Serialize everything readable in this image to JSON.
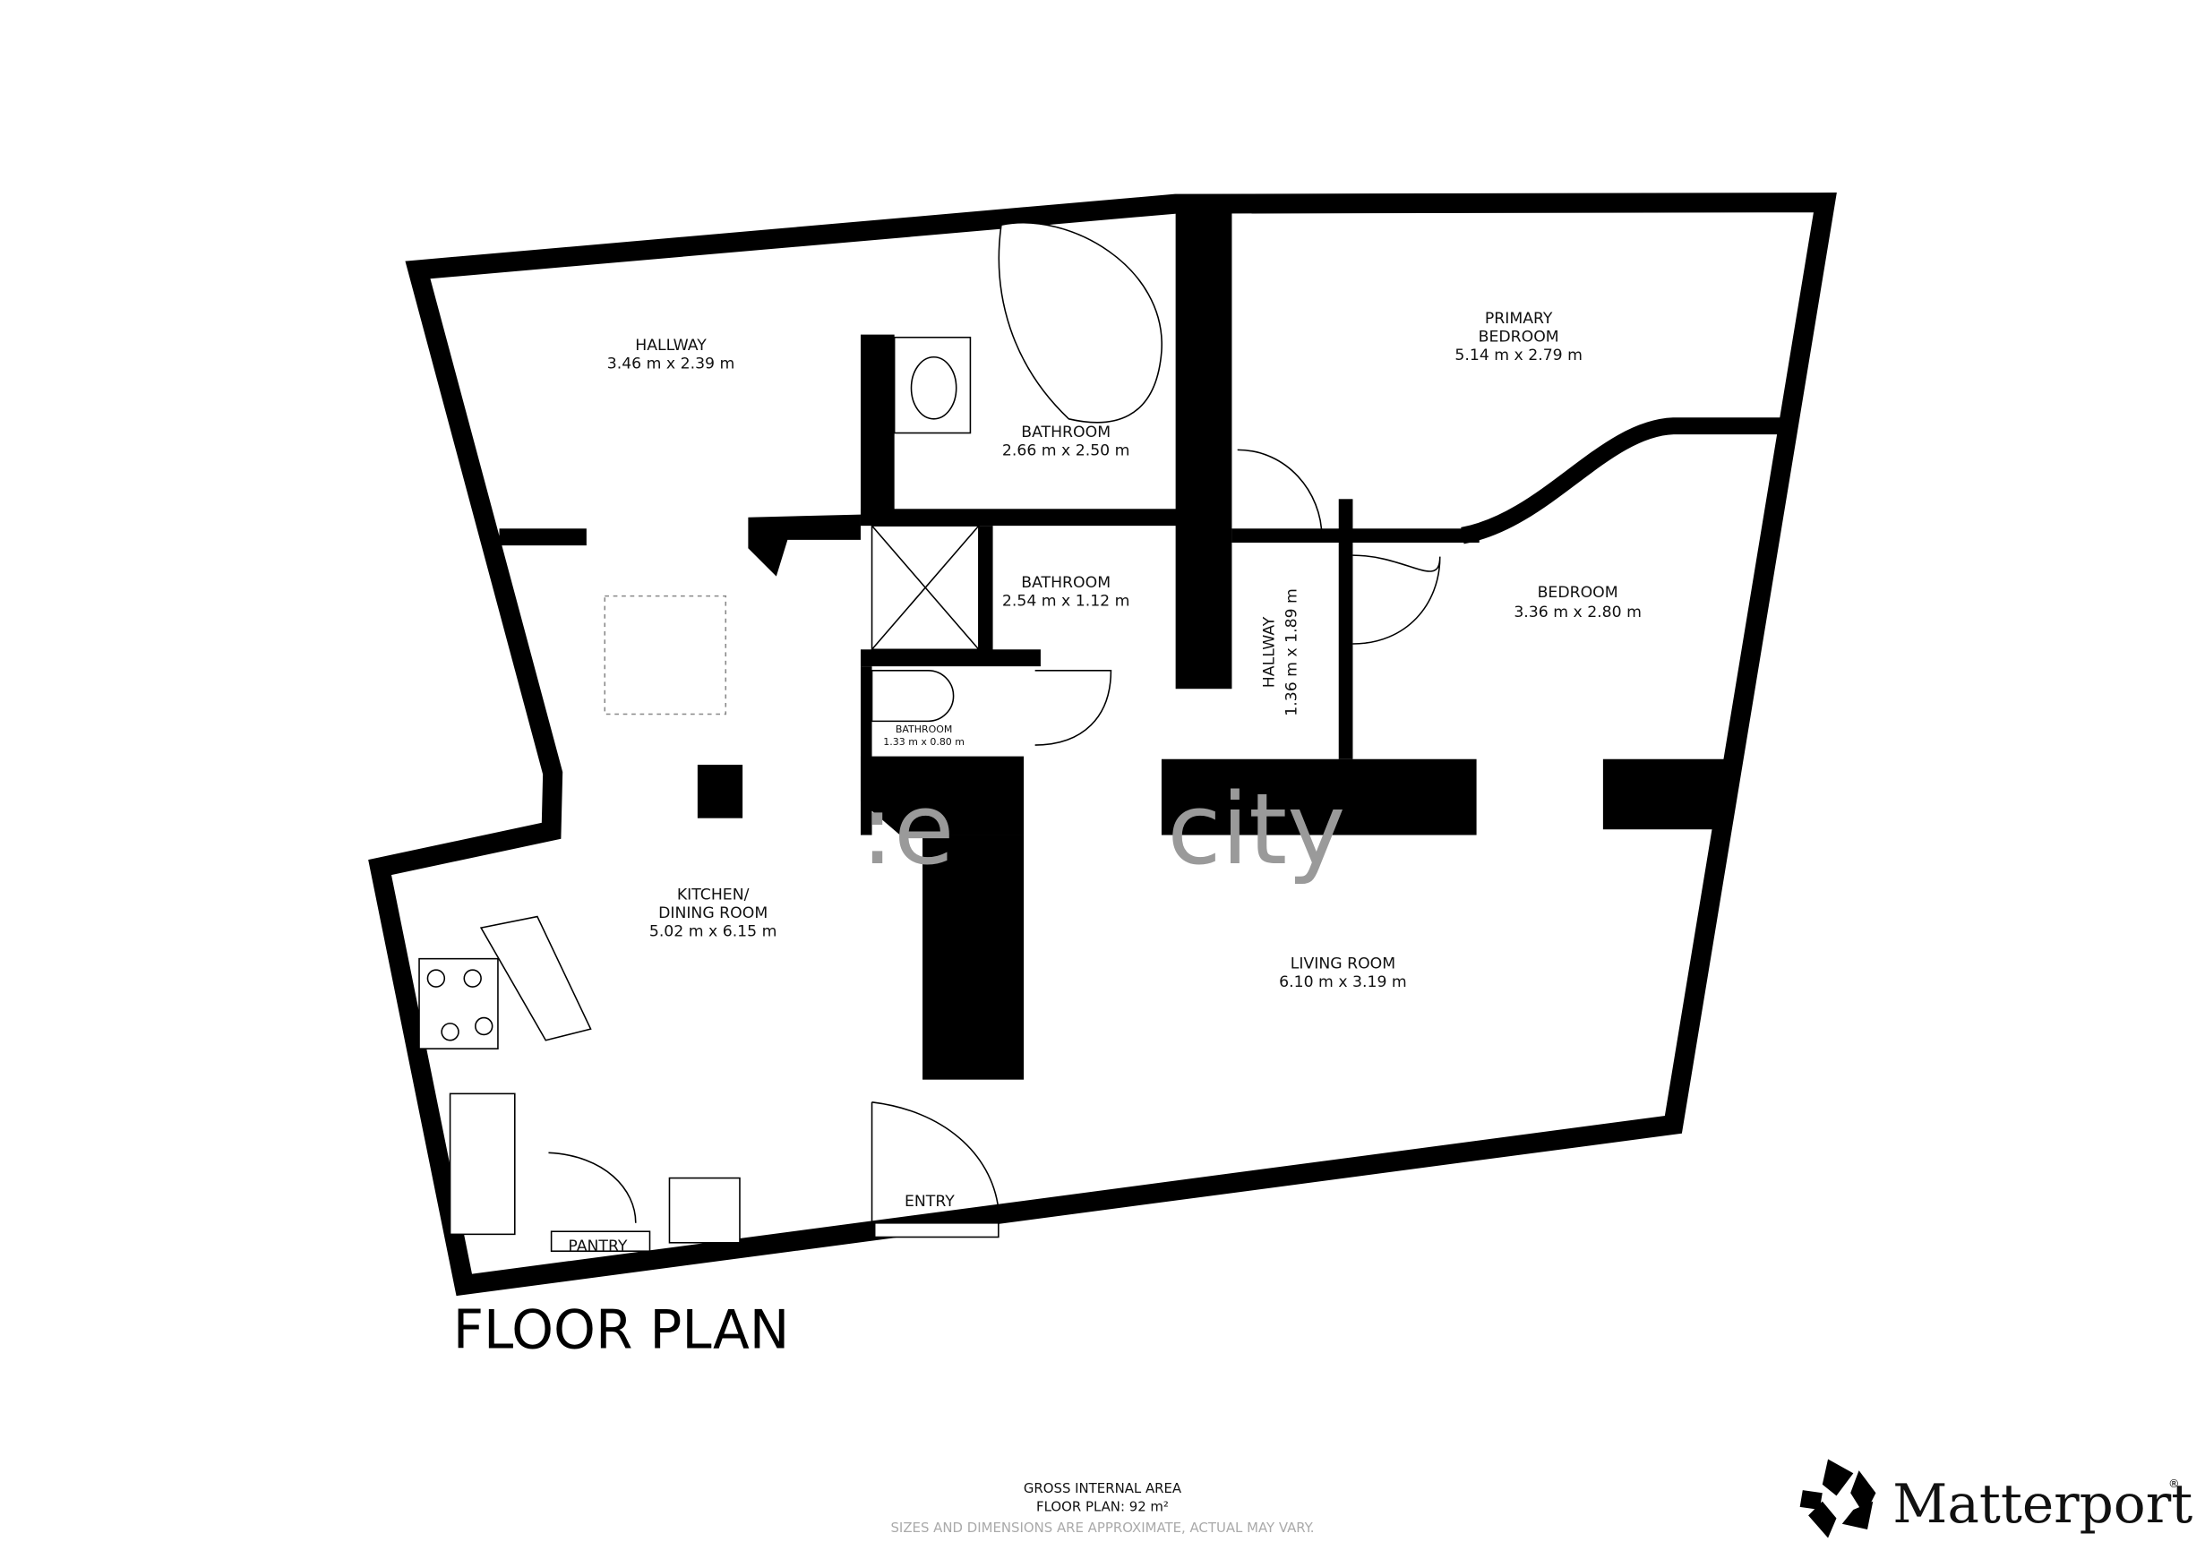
{
  "title": "FLOOR PLAN",
  "rooms": {
    "hallway_top": {
      "name": "HALLWAY",
      "size": "3.46 m x 2.39 m"
    },
    "bathroom_main": {
      "name": "BATHROOM",
      "size": "2.66 m x 2.50 m"
    },
    "primary_bedroom": {
      "name1": "PRIMARY",
      "name2": "BEDROOM",
      "size": "5.14 m x 2.79 m"
    },
    "bathroom_mid": {
      "name": "BATHROOM",
      "size": "2.54 m x 1.12 m"
    },
    "bedroom": {
      "name": "BEDROOM",
      "size": "3.36 m x 2.80 m"
    },
    "hallway_small": {
      "name": "HALLWAY",
      "size": "1.36 m x 1.89 m"
    },
    "bathroom_small": {
      "name": "BATHROOM",
      "size": "1.33 m x 0.80 m"
    },
    "kitchen": {
      "name1": "KITCHEN/",
      "name2": "DINING ROOM",
      "size": "5.02 m x 6.15 m"
    },
    "living_room": {
      "name": "LIVING ROOM",
      "size": "6.10 m x 3.19 m"
    },
    "entry": {
      "name": "ENTRY"
    },
    "pantry": {
      "name": "PANTRY"
    }
  },
  "footer": {
    "line1": "GROSS INTERNAL AREA",
    "line2": "FLOOR PLAN: 92 m²",
    "disclaimer": "SIZES AND DIMENSIONS ARE APPROXIMATE, ACTUAL MAY VARY."
  },
  "brand": {
    "name": "Matterport",
    "mark": "®"
  },
  "watermark": {
    "left": ":e",
    "right": "city"
  }
}
